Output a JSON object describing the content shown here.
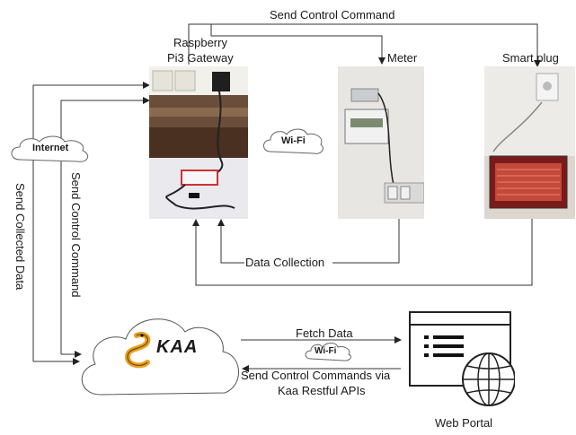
{
  "labels": {
    "send_control_top": "Send Control Command",
    "rpi_line1": "Raspberry",
    "rpi_line2": "Pi3 Gateway",
    "meter": "Meter",
    "smart_plug": "Smart plug",
    "internet": "Internet",
    "wifi_center": "Wi-Fi",
    "send_collected_data": "Send Collected Data",
    "send_control_command_left": "Send Control Command",
    "data_collection": "Data Collection",
    "fetch_data": "Fetch Data",
    "wifi_bottom": "Wi-Fi",
    "send_cc_line1": "Send Control Commands via",
    "send_cc_line2": "Kaa Restful APIs",
    "web_portal": "Web Portal",
    "kaa_logo_text": "KAA"
  }
}
